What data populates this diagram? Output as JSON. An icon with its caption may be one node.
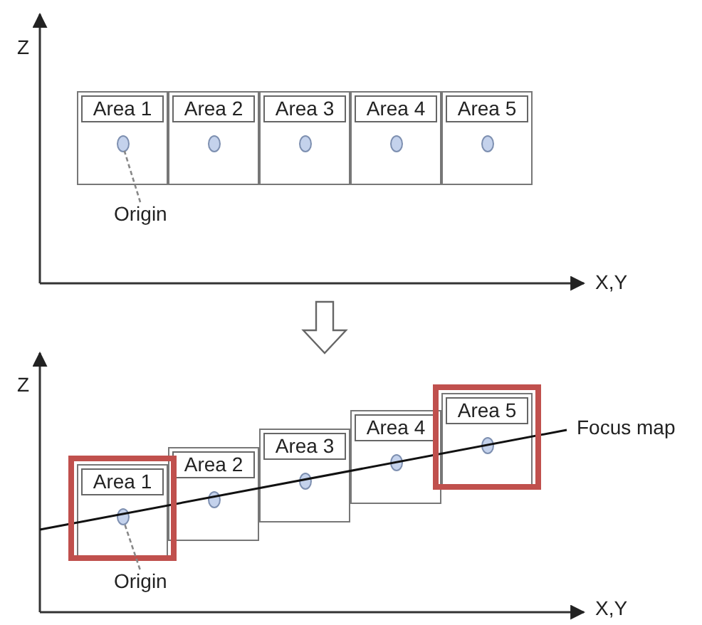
{
  "diagram": {
    "nodes": [
      {
        "text": [
          "Area 1"
        ]
      },
      {
        "text": [],
        "shape": "circle",
        "in": 0
      },
      {
        "text": [
          "Area 2"
        ]
      },
      {
        "text": [],
        "shape": "circle",
        "in": 2
      },
      {
        "text": [
          "Area 3"
        ]
      },
      {
        "text": [],
        "shape": "circle",
        "in": 4
      },
      {
        "text": [
          "Area 4"
        ]
      },
      {
        "text": [],
        "shape": "circle",
        "in": 6
      },
      {
        "text": [
          "Area 5"
        ]
      },
      {
        "text": [],
        "shape": "circle",
        "in": 8
      },
      {
        "text": [
          "Origin"
        ]
      },
      {
        "text": [
          "Area 1"
        ]
      },
      {
        "text": [],
        "shape": "circle",
        "in": 11
      },
      {
        "text": [
          "Area 2"
        ]
      },
      {
        "text": [],
        "shape": "circle",
        "in": 13
      },
      {
        "text": [
          "Area 3"
        ]
      },
      {
        "text": [],
        "shape": "circle",
        "in": 15
      },
      {
        "text": [
          "Area 4"
        ]
      },
      {
        "text": [],
        "shape": "circle",
        "in": 17
      },
      {
        "text": [
          "Area 5"
        ]
      },
      {
        "text": [],
        "shape": "circle",
        "in": 19
      },
      {
        "text": [
          "Origin"
        ]
      }
    ],
    "edges": [
      {
        "from": 10,
        "to": 1,
        "arrow": "none",
        "style": "dashed"
      },
      {
        "from": 21,
        "to": 12,
        "arrow": "none",
        "style": "dashed"
      }
    ],
    "labels": [
      "Z",
      "X,Y",
      "Z",
      "Focus map",
      "X,Y"
    ]
  }
}
